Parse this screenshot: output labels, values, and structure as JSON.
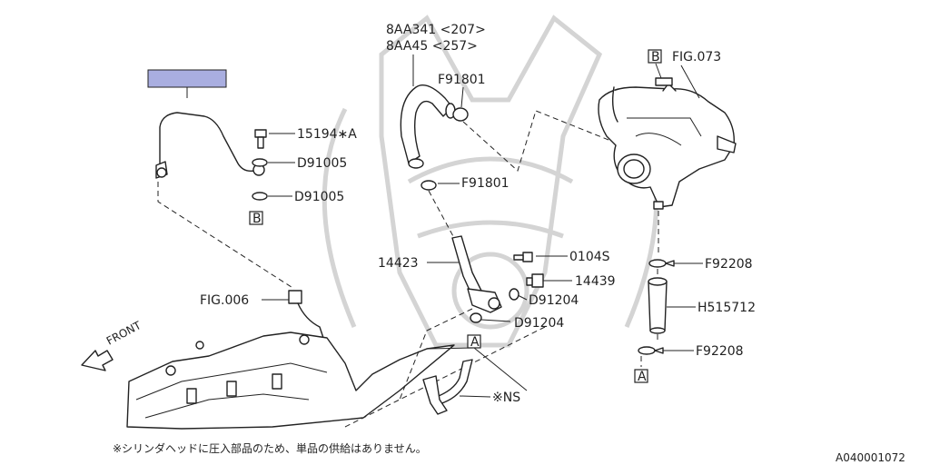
{
  "diagram": {
    "part_numbers": {
      "hose_main_1": "8AA341 <207>",
      "hose_main_2": "8AA45  <257>",
      "clamp_upper": "F91801",
      "clamp_lower": "F91801",
      "fig_073": "FIG.073",
      "bolt_15194": "15194∗A",
      "washer_upper": "D91005",
      "washer_lower": "D91005",
      "pipe_14423": "14423",
      "bolt_0104s": "0104S",
      "union_14439": "14439",
      "gasket_d91204_a": "D91204",
      "gasket_d91204_b": "D91204",
      "fig_006": "FIG.006",
      "clamp_f92208_top": "F92208",
      "hose_h515712": "H515712",
      "clamp_f92208_bottom": "F92208",
      "ns_label": "※NS"
    },
    "ref_markers": {
      "b_top": "B",
      "b_left": "B",
      "a_center": "A",
      "a_right": "A"
    },
    "front_label": "FRONT",
    "footnote": "※シリンダヘッドに圧入部品のため、単品の供給はありません。",
    "diagram_code": "A040001072",
    "highlight_color": "#a9aee0"
  }
}
